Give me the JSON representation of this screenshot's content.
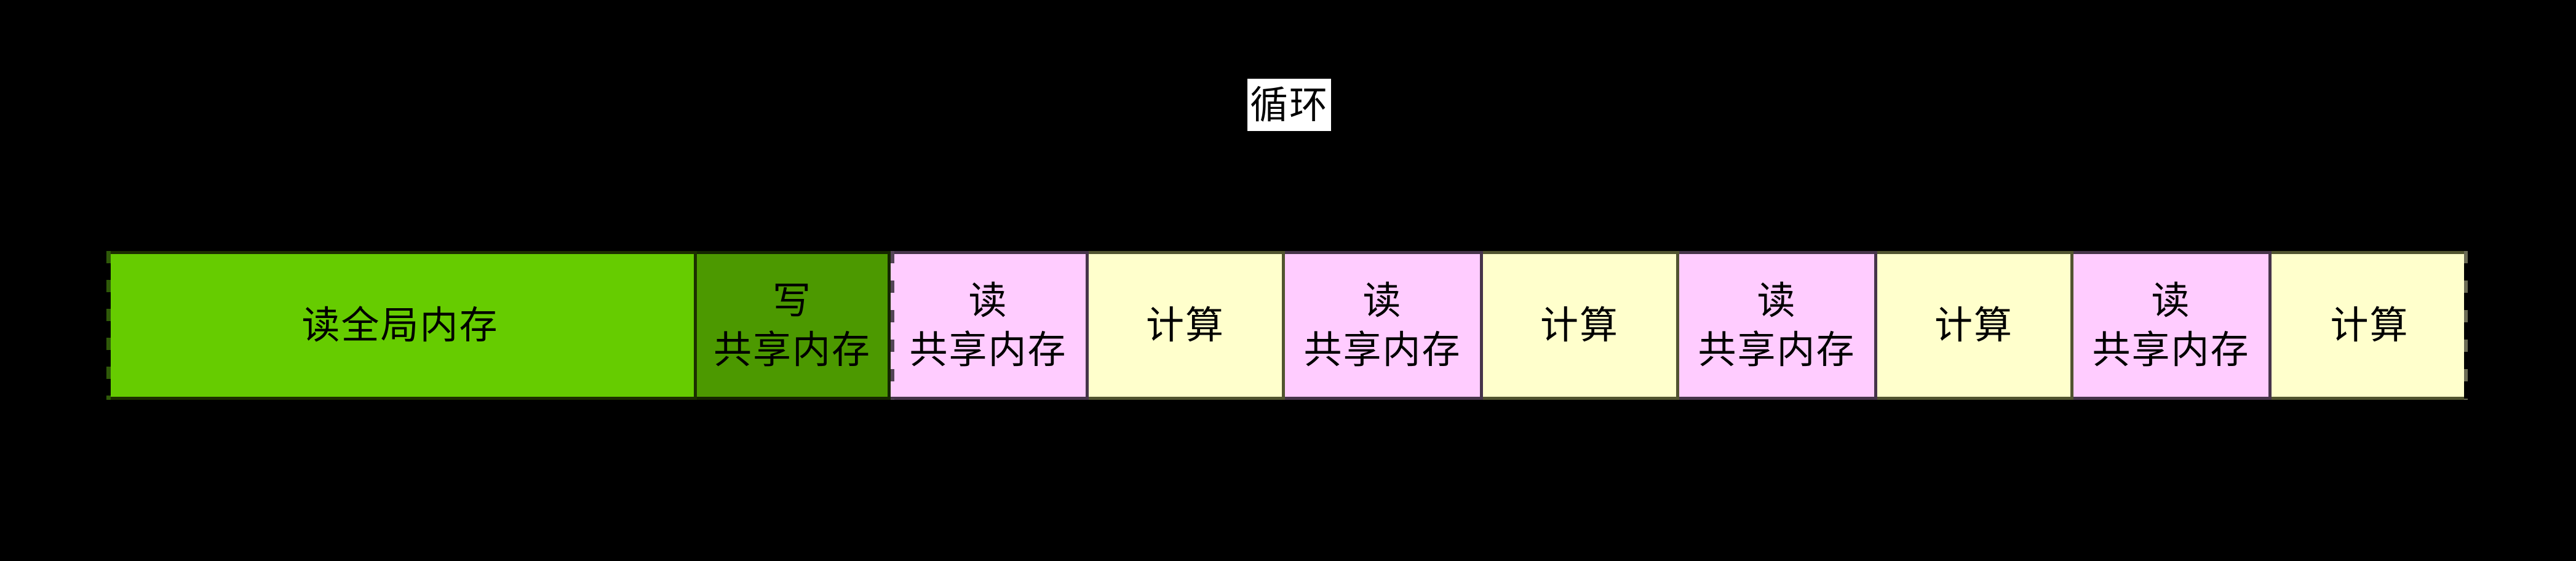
{
  "canvas": {
    "background": "#000000"
  },
  "loop_label": {
    "text": "循环",
    "background": "#FFFFFF",
    "color": "#000000"
  },
  "palette": {
    "global_read_green": "#66CC00",
    "shared_write_green": "#4C9900",
    "shared_read_pink": "#FFCCFF",
    "compute_yellow": "#FFFFCC",
    "text": "#000000"
  },
  "timeline": {
    "blocks": [
      {
        "label": "读全局内存",
        "type": "global-read",
        "fill": "#66CC00",
        "continues": "left"
      },
      {
        "label": "写\n共享内存",
        "type": "shared-write",
        "fill": "#4C9900"
      },
      {
        "label": "读\n共享内存",
        "type": "shared-read",
        "fill": "#FFCCFF",
        "loop_start": true
      },
      {
        "label": "计算",
        "type": "compute",
        "fill": "#FFFFCC"
      },
      {
        "label": "读\n共享内存",
        "type": "shared-read",
        "fill": "#FFCCFF"
      },
      {
        "label": "计算",
        "type": "compute",
        "fill": "#FFFFCC"
      },
      {
        "label": "读\n共享内存",
        "type": "shared-read",
        "fill": "#FFCCFF"
      },
      {
        "label": "计算",
        "type": "compute",
        "fill": "#FFFFCC"
      },
      {
        "label": "读\n共享内存",
        "type": "shared-read",
        "fill": "#FFCCFF"
      },
      {
        "label": "计算",
        "type": "compute",
        "fill": "#FFFFCC",
        "continues": "right"
      }
    ]
  }
}
